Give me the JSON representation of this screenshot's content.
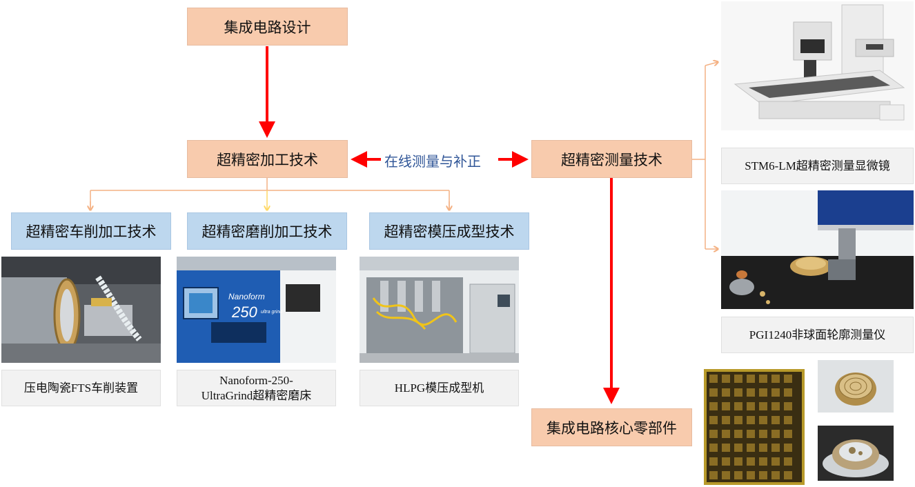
{
  "nodes": {
    "ic_design": "集成电路设计",
    "ultra_machining": "超精密加工技术",
    "online_link": "在线测量与补正",
    "ultra_measuring": "超精密测量技术",
    "turning": "超精密车削加工技术",
    "grinding": "超精密磨削加工技术",
    "molding": "超精密模压成型技术",
    "core_parts": "集成电路核心零部件"
  },
  "captions": {
    "fts": "压电陶瓷FTS车削装置",
    "nanoform_line1": "Nanoform-250-",
    "nanoform_line2": "UltraGrind超精密磨床",
    "hlpg": "HLPG模压成型机",
    "stm": "STM6-LM超精密测量显微镜",
    "pgi": "PGI1240非球面轮廓测量仪"
  },
  "photo_text": {
    "nanoform_brand": "Nanoform",
    "nanoform_model": "250",
    "nanoform_sub": "ultra grind"
  },
  "colors": {
    "peach": "#f8cbad",
    "light_blue": "#bdd7ee",
    "caption_gray": "#f2f2f2",
    "red_arrow": "#ff0000",
    "orange_line": "#f4b183",
    "link_text": "#2f5597"
  }
}
